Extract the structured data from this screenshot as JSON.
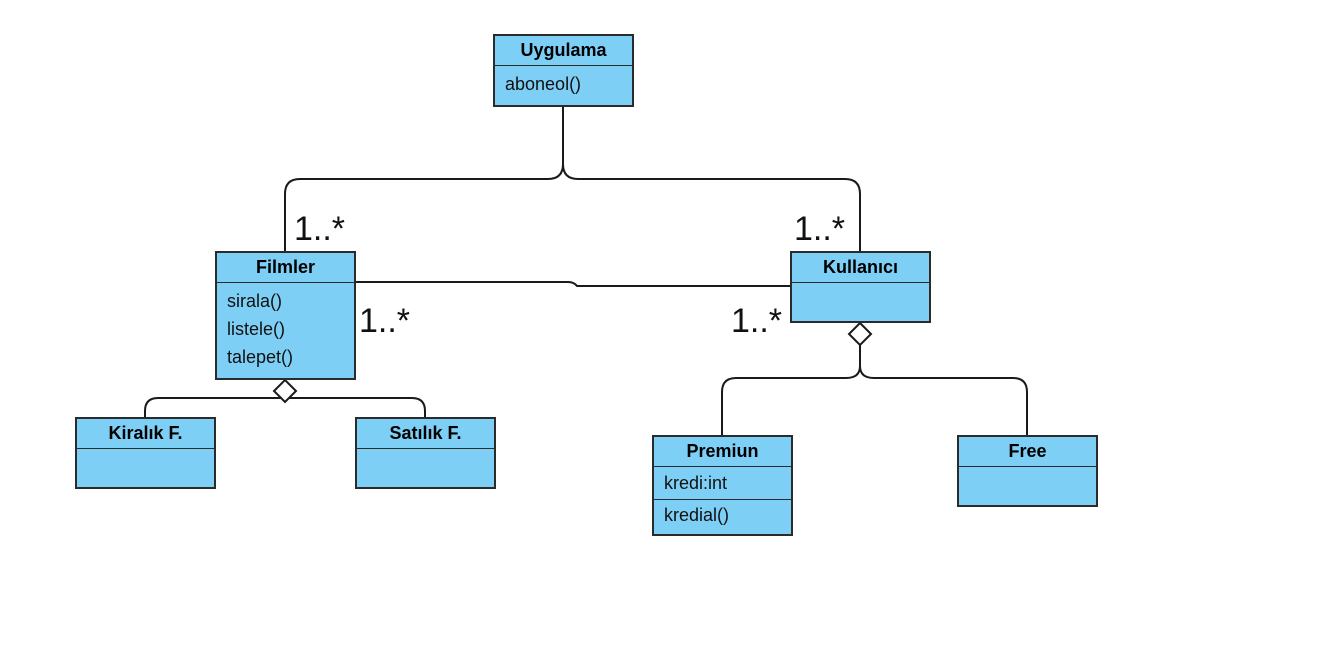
{
  "classes": {
    "uygulama": {
      "name": "Uygulama",
      "operations": [
        "aboneol()"
      ]
    },
    "filmler": {
      "name": "Filmler",
      "operations": [
        "sirala()",
        "listele()",
        "talepet()"
      ]
    },
    "kullanici": {
      "name": "Kullanıcı"
    },
    "kiralik": {
      "name": "Kiralık F."
    },
    "satilik": {
      "name": "Satılık F."
    },
    "premiun": {
      "name": "Premiun",
      "attributes": [
        "kredi:int"
      ],
      "operations": [
        "kredial()"
      ]
    },
    "free": {
      "name": "Free"
    }
  },
  "multiplicities": {
    "filmler_top": "1..*",
    "kullanici_top": "1..*",
    "filmler_right": "1..*",
    "kullanici_left": "1..*"
  },
  "colors": {
    "class_fill": "#7dcff5",
    "border": "#2b2b2b",
    "line": "#1a1a1a"
  }
}
